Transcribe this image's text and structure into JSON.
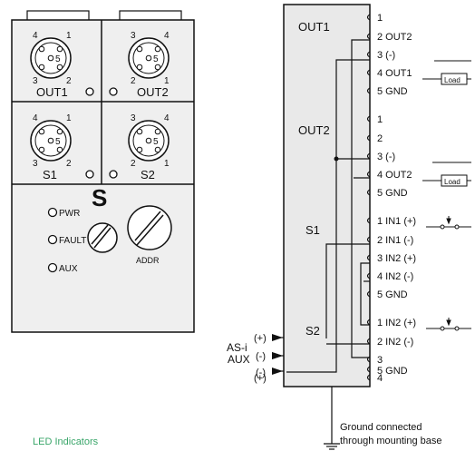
{
  "device": {
    "connectors": [
      {
        "label": "OUT1",
        "pins": [
          "4",
          "1",
          "5",
          "3",
          "2"
        ]
      },
      {
        "label": "OUT2",
        "pins": [
          "3",
          "4",
          "5",
          "2",
          "1"
        ]
      },
      {
        "label": "S1",
        "pins": [
          "4",
          "1",
          "5",
          "3",
          "2"
        ]
      },
      {
        "label": "S2",
        "pins": [
          "3",
          "4",
          "5",
          "2",
          "1"
        ]
      }
    ],
    "leds": [
      {
        "label": "PWR"
      },
      {
        "label": "FAULT"
      },
      {
        "label": "AUX"
      }
    ],
    "logo": "S",
    "addr_label": "ADDR"
  },
  "wiring": {
    "sections": [
      {
        "label": "OUT1"
      },
      {
        "label": "OUT2"
      },
      {
        "label": "S1"
      },
      {
        "label": "S2"
      }
    ],
    "terminals": [
      "1",
      "2 OUT2",
      "3 (-)",
      "4 OUT1",
      "5 GND",
      "1",
      "2",
      "3 (-)",
      "4 OUT2",
      "5 GND",
      "1 IN1 (+)",
      "2 IN1 (-)",
      "3 IN2 (+)",
      "4 IN2 (-)",
      "5 GND",
      "1 IN2 (+)",
      "2 IN2 (-)",
      "3",
      "4",
      "5 GND"
    ],
    "load_label": "Load",
    "asi": {
      "label": "AS-i",
      "plus": "(+)",
      "minus": "(-)"
    },
    "aux": {
      "label": "AUX",
      "plus": "(+)",
      "minus": "(-)"
    },
    "ground_note": [
      "Ground connected",
      "through mounting base"
    ]
  },
  "footer": {
    "label": "LED Indicators"
  }
}
